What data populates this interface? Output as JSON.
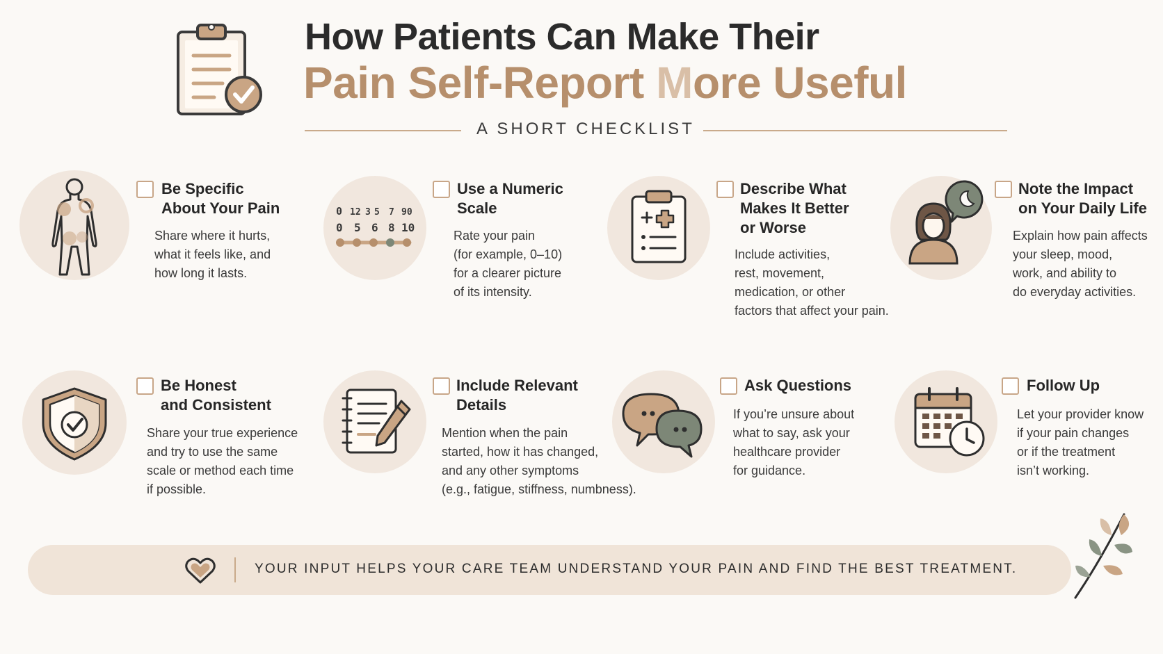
{
  "header": {
    "title_line1": "How Patients Can Make Their",
    "title_line2_a": "Pain Self-Report ",
    "title_line2_b": "M",
    "title_line2_c": "ore Useful",
    "subtitle": "A SHORT CHECKLIST"
  },
  "colors": {
    "accent": "#b68f6c",
    "circle_bg": "#f1e7de",
    "footer_bg": "#f0e4d8",
    "checkbox_border": "#c8a688",
    "sage": "#8a9484"
  },
  "scale_icon": {
    "row1": [
      "0",
      "12",
      "3",
      "5",
      "7",
      "90"
    ],
    "row2": [
      "0",
      "5",
      "6",
      "8",
      "10"
    ]
  },
  "items": [
    {
      "icon": "body-outline-icon",
      "heading": [
        "Be Specific",
        "About Your Pain"
      ],
      "body": [
        "Share where it hurts,",
        "what it feels like, and",
        "how long it lasts."
      ]
    },
    {
      "icon": "numeric-scale-icon",
      "heading": [
        "Use a Numeric",
        "Scale"
      ],
      "body": [
        "Rate your pain",
        "(for example, 0–10)",
        "for a clearer picture",
        "of its intensity."
      ]
    },
    {
      "icon": "medical-clipboard-icon",
      "heading": [
        "Describe What",
        "Makes It Better",
        "or Worse"
      ],
      "body": [
        "Include activities,",
        "rest, movement,",
        "medication, or other",
        "factors that affect your pain."
      ]
    },
    {
      "icon": "person-sleep-icon",
      "heading": [
        "Note the Impact",
        "on Your Daily Life"
      ],
      "body": [
        "Explain how pain affects",
        "your sleep, mood,",
        "work, and ability to",
        "do everyday activities."
      ]
    },
    {
      "icon": "shield-check-icon",
      "heading": [
        "Be Honest",
        "and Consistent"
      ],
      "body": [
        "Share your true experience",
        "and try to use the same",
        "scale or method each time",
        "if possible."
      ]
    },
    {
      "icon": "notepad-pencil-icon",
      "heading": [
        "Include Relevant",
        "Details"
      ],
      "body": [
        "Mention when the pain",
        "started, how it has changed,",
        "and any other symptoms",
        "(e.g., fatigue, stiffness, numbness)."
      ]
    },
    {
      "icon": "chat-bubbles-icon",
      "heading": [
        "Ask Questions"
      ],
      "body": [
        "If you’re unsure about",
        "what to say, ask your",
        "healthcare provider",
        "for guidance."
      ]
    },
    {
      "icon": "calendar-clock-icon",
      "heading": [
        "Follow Up"
      ],
      "body": [
        "Let your provider know",
        "if your pain changes",
        "or if the treatment",
        "isn’t working."
      ]
    }
  ],
  "footer": {
    "icon": "heart-icon",
    "text": "YOUR INPUT HELPS YOUR CARE TEAM UNDERSTAND YOUR PAIN AND FIND THE BEST TREATMENT."
  }
}
